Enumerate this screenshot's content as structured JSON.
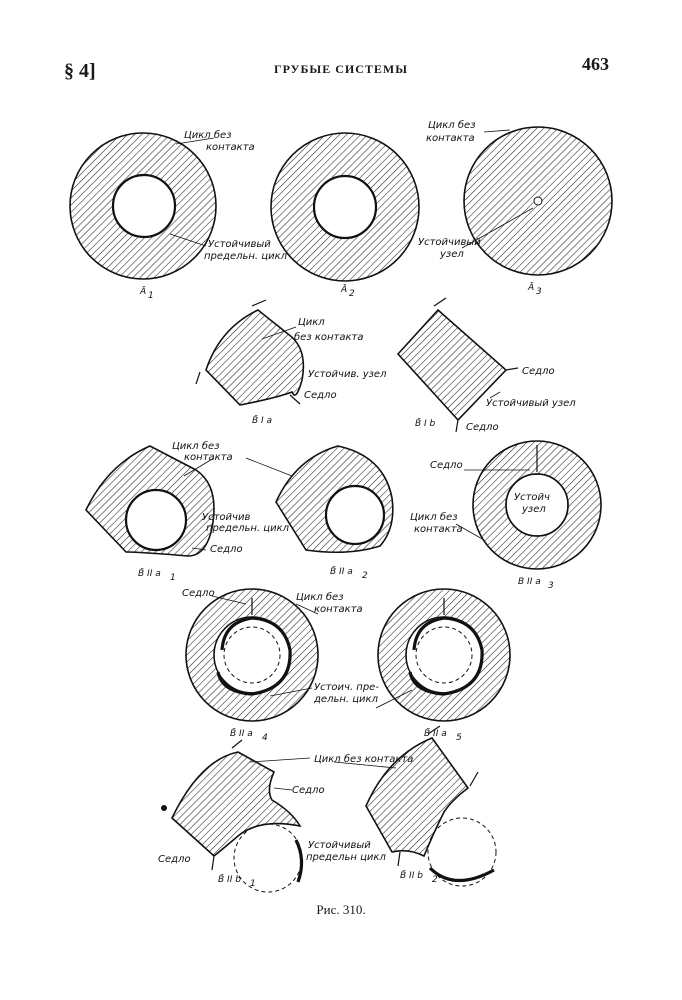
{
  "header": {
    "section": "§ 4]",
    "running_title": "ГРУБЫЕ СИСТЕМЫ",
    "page_number": "463"
  },
  "labels": {
    "cycle_no_contact_1": "Цикл без",
    "cycle_no_contact_2": "контакта",
    "stable_limit_1": "Устойчивый",
    "stable_limit_2": "предельн. цикл",
    "stable_node_1": "Устойчивый",
    "stable_node_2": "узел",
    "cycle": "Цикл",
    "no_contact": "без контакта",
    "stable_node_b1a": "Устойчив. узел",
    "saddle": "Седло",
    "saddle_alt": "Седло",
    "stable_node_b1b": "Устойчивый узел",
    "stable_limit_b2a1_1": "Устойчив",
    "stable_limit_b2a1_2": "предельн. цикл",
    "stable_node_b2a3_1": "Устойч",
    "stable_node_b2a3_2": "узел",
    "stable_limit_b2a4_1": "Устоич. пре-",
    "stable_limit_b2a4_2": "дельн. цикл",
    "cycle_no_contact_full": "Цикл без контакта",
    "stable_limit_b2b1_1": "Устойчивый",
    "stable_limit_b2b1_2": "предельн цикл"
  },
  "sublabels": {
    "A1": "Ā",
    "A1_idx": "1",
    "A2": "Ā",
    "A2_idx": "2",
    "A3": "Ā",
    "A3_idx": "3",
    "B1a": "B̄ I a",
    "B1b": "B̄ I b",
    "B2a1": "B̄ II a",
    "B2a1_idx": "1",
    "B2a2": "B̄ II a",
    "B2a2_idx": "2",
    "B2a3": "B II a",
    "B2a3_idx": "3",
    "B2a4": "B̄ II a",
    "B2a4_idx": "4",
    "B2a5": "B̄ II a",
    "B2a5_idx": "5",
    "B2b1": "B̄ II b",
    "B2b1_idx": "1",
    "B2b2": "B̄ II b",
    "B2b2_idx": "2"
  },
  "caption": "Рис. 310."
}
